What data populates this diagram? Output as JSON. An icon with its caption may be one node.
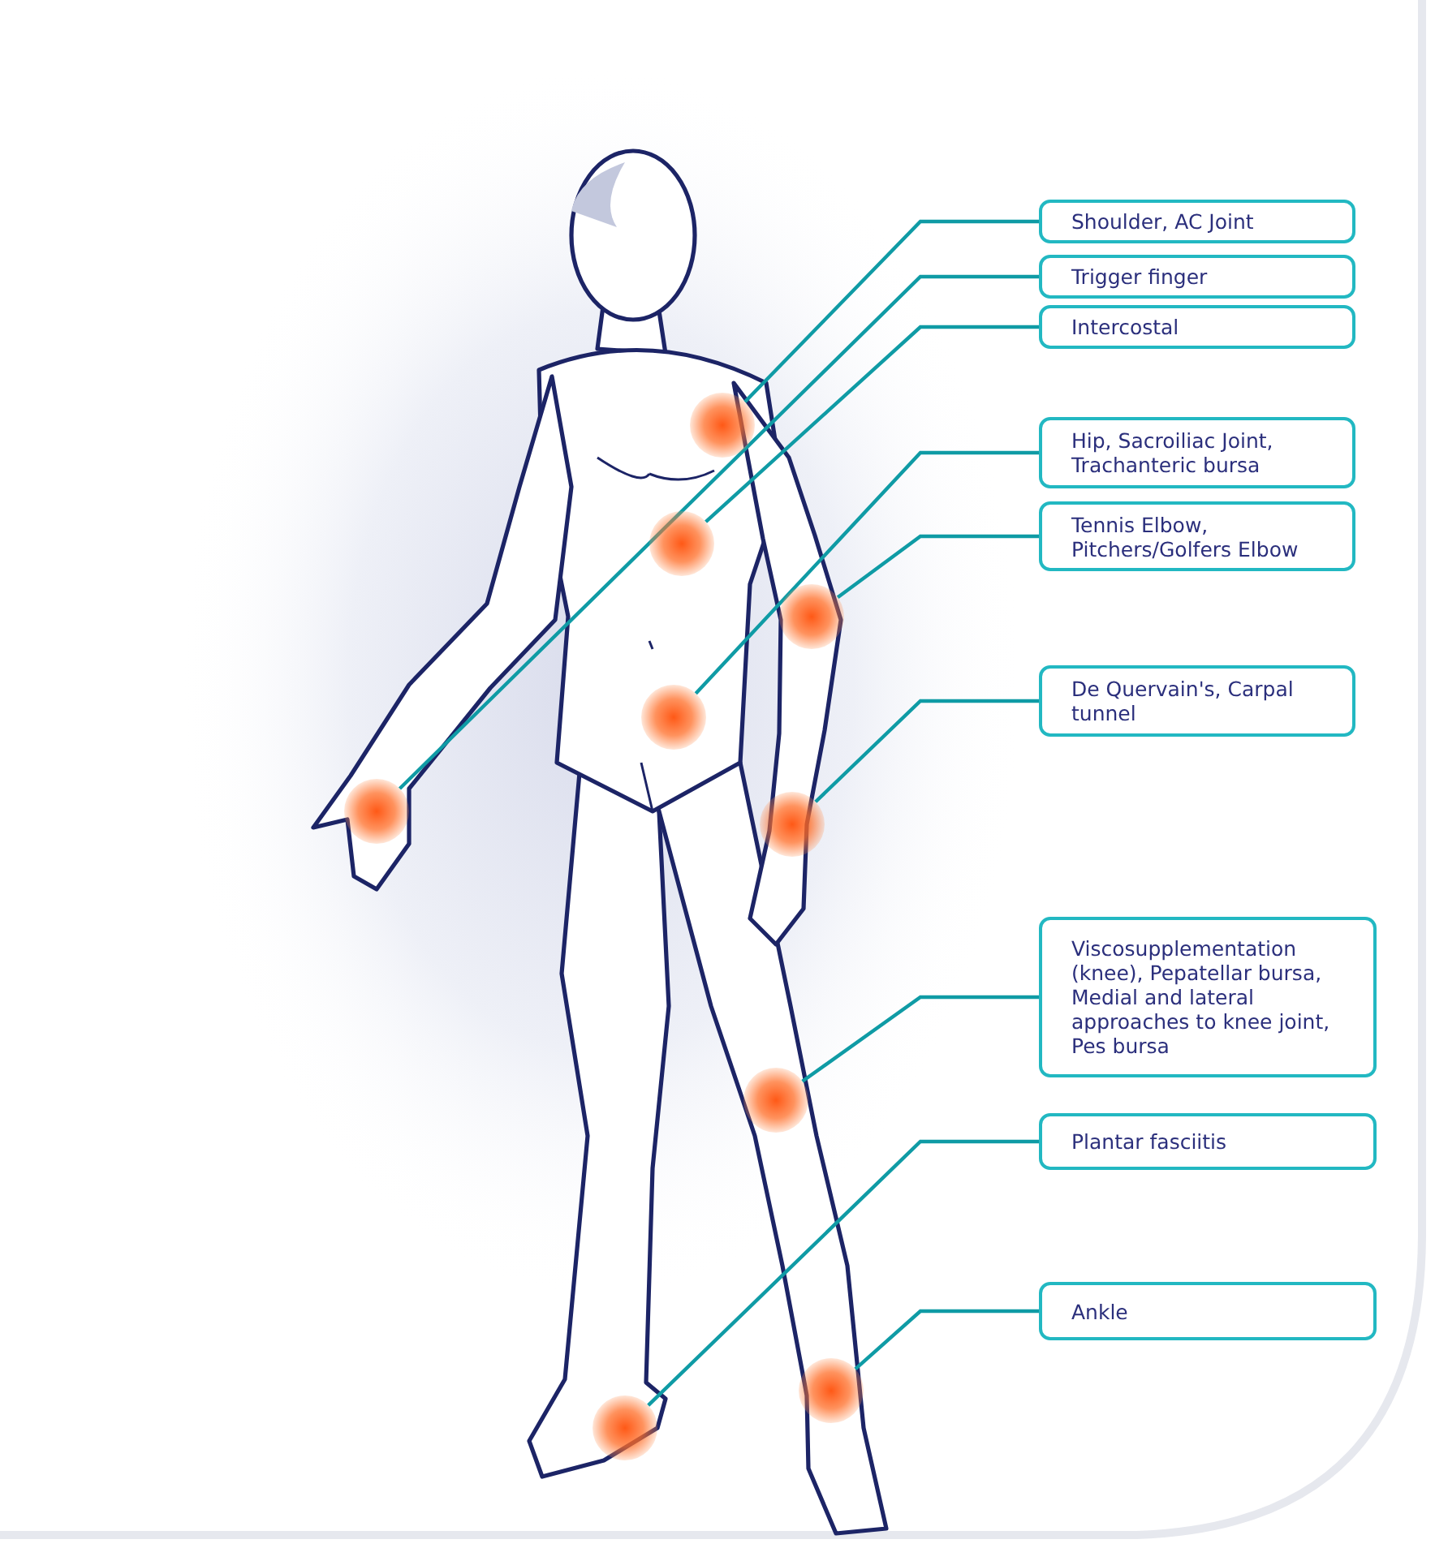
{
  "diagram": {
    "nodes": [
      {
        "text": [
          "Shoulder, AC Joint"
        ]
      },
      {
        "text": [
          "Trigger finger"
        ]
      },
      {
        "text": [
          "Intercostal"
        ]
      },
      {
        "text": [
          "Hip, Sacroiliac Joint, Trachanteric bursa"
        ]
      },
      {
        "text": [
          "Tennis Elbow, Pitchers/Golfers Elbow"
        ]
      },
      {
        "text": [
          "De Quervain's, Carpal tunnel"
        ]
      },
      {
        "text": [
          "Viscosupplementation (knee), Pepatellar bursa, Medial and lateral approaches to knee joint, Pes bursa"
        ]
      },
      {
        "text": [
          "Plantar fasciitis"
        ]
      },
      {
        "text": [
          "Ankle"
        ]
      },
      {
        "text": [],
        "shape": "circle"
      },
      {
        "text": [],
        "shape": "circle"
      },
      {
        "text": [],
        "shape": "circle"
      },
      {
        "text": [],
        "shape": "circle"
      },
      {
        "text": [],
        "shape": "circle"
      },
      {
        "text": [],
        "shape": "circle"
      },
      {
        "text": [],
        "shape": "circle"
      },
      {
        "text": [],
        "shape": "circle"
      },
      {
        "text": [],
        "shape": "circle"
      }
    ],
    "edges": [
      {
        "from": 0,
        "to": 9,
        "arrow": "none"
      },
      {
        "from": 1,
        "to": 13,
        "arrow": "none"
      },
      {
        "from": 2,
        "to": 10,
        "arrow": "none"
      },
      {
        "from": 3,
        "to": 12,
        "arrow": "none"
      },
      {
        "from": 4,
        "to": 11,
        "arrow": "none"
      },
      {
        "from": 5,
        "to": 14,
        "arrow": "none"
      },
      {
        "from": 6,
        "to": 15,
        "arrow": "none"
      },
      {
        "from": 7,
        "to": 17,
        "arrow": "none"
      },
      {
        "from": 8,
        "to": 16,
        "arrow": "none"
      }
    ]
  }
}
